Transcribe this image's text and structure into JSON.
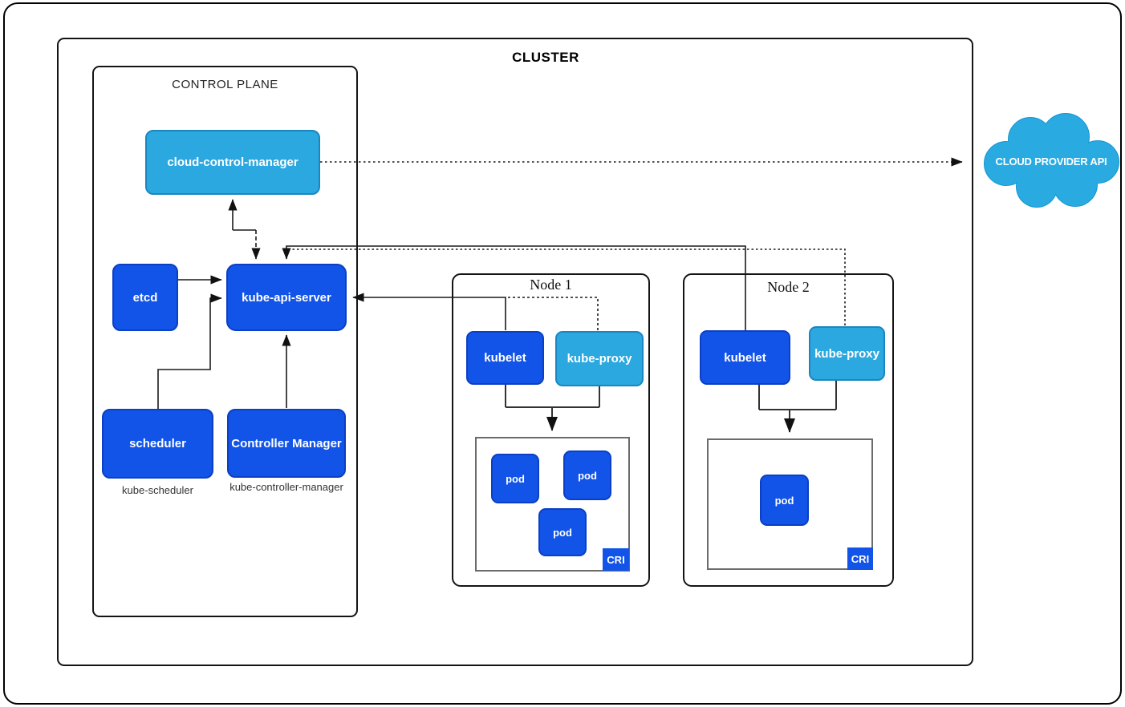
{
  "colors": {
    "dark_blue": "#1254e8",
    "dark_blue_border": "#0b3fc4",
    "light_blue": "#2ca8e0",
    "light_blue_border": "#1a86bf",
    "cloud_blue": "#29abe2",
    "line": "#1a1a1a"
  },
  "cluster": {
    "label": "CLUSTER"
  },
  "control_plane": {
    "label": "CONTROL PLANE",
    "cloud_control_manager": "cloud-control-manager",
    "etcd": "etcd",
    "kube_api_server": "kube-api-server",
    "scheduler": "scheduler",
    "scheduler_caption": "kube-scheduler",
    "controller_manager": "Controller Manager",
    "controller_manager_caption": "kube-controller-manager"
  },
  "nodes": [
    {
      "title": "Node 1",
      "kubelet": "kubelet",
      "kube_proxy": "kube-proxy",
      "pods": [
        "pod",
        "pod",
        "pod"
      ],
      "cri_label": "CRI"
    },
    {
      "title": "Node 2",
      "kubelet": "kubelet",
      "kube_proxy": "kube-proxy",
      "pods": [
        "pod"
      ],
      "cri_label": "CRI"
    }
  ],
  "external": {
    "cloud_provider_api": "CLOUD PROVIDER API"
  }
}
